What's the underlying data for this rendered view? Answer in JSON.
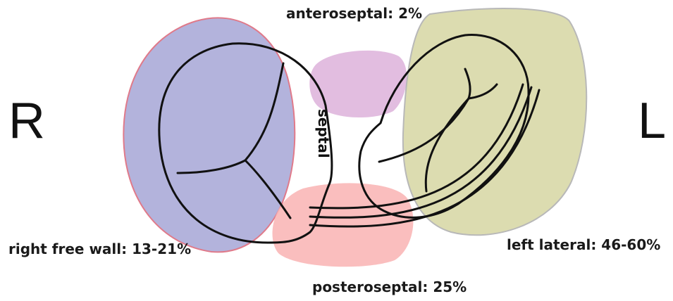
{
  "labels": {
    "side_right": "R",
    "side_left": "L",
    "anteroseptal": "anteroseptal: 2%",
    "septal": "septal",
    "right_free_wall": "right free wall: 13-21%",
    "left_lateral": "left lateral: 46-60%",
    "posteroseptal": "posteroseptal: 25%"
  },
  "colors": {
    "right_free_wall_region": "#b3b3dc",
    "right_free_wall_border": "#e07a8a",
    "anteroseptal_region": "#e2bde0",
    "left_lateral_region": "#dcdcb0",
    "left_lateral_border": "#b8b8b8",
    "posteroseptal_region": "#f9b7b7",
    "outline": "#111111"
  }
}
